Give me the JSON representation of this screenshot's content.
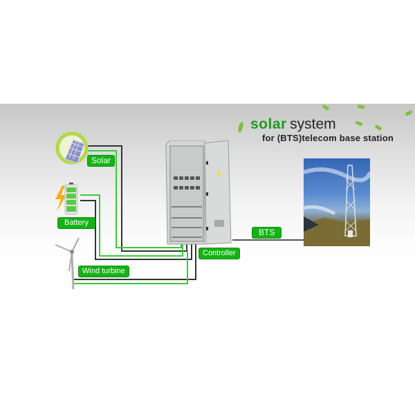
{
  "title": {
    "highlight": "solar",
    "rest": "system",
    "subtitle": "for (BTS)telecom base station"
  },
  "sources": [
    {
      "id": "solar",
      "label": "Solar",
      "icon": "solar-panel-icon"
    },
    {
      "id": "battery",
      "label": "Battery",
      "icon": "battery-icon"
    },
    {
      "id": "wind",
      "label": "Wind turbine",
      "icon": "wind-turbine-icon"
    }
  ],
  "controller": {
    "label": "Controller"
  },
  "bts": {
    "label": "BTS"
  },
  "colors": {
    "accent_green": "#14b314",
    "title_green": "#1e9a1e",
    "wire_dark": "#333333",
    "wire_green": "#3cc83c"
  }
}
